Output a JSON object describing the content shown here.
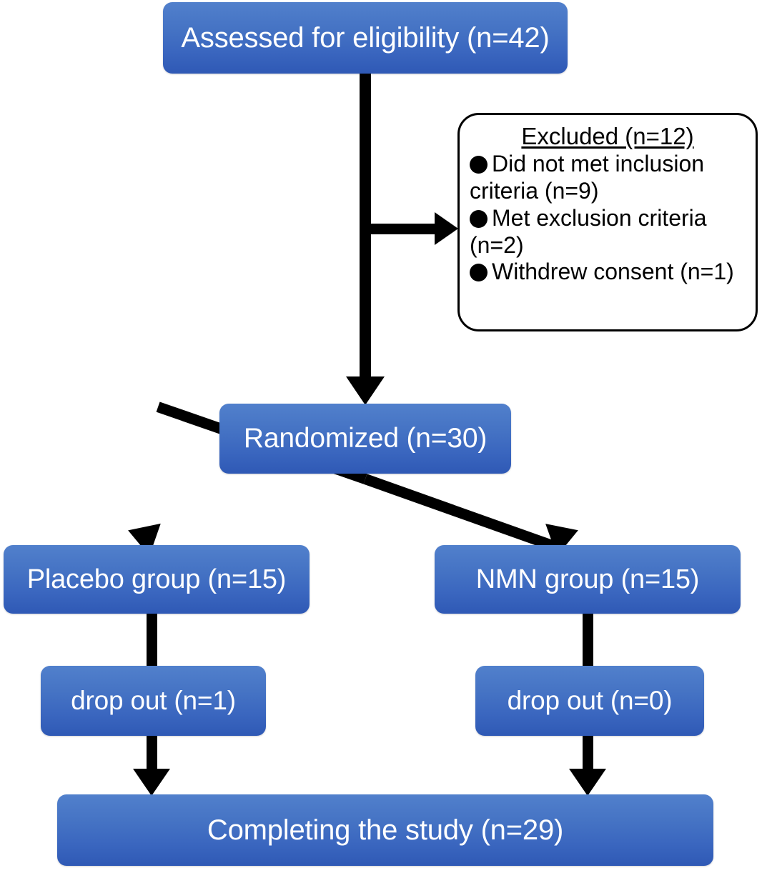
{
  "diagram": {
    "type": "consort-flow-diagram",
    "accent_color": "#3a66bf",
    "accent_color_top": "#5180cc",
    "accent_color_bottom": "#2f59b5",
    "text_color_on_node": "#ffffff",
    "outline_color": "#000000"
  },
  "nodes": {
    "assessed": {
      "label": "Assessed for eligibility (n=42)",
      "n": 42
    },
    "randomized": {
      "label": "Randomized (n=30)",
      "n": 30
    },
    "placebo_group": {
      "label": "Placebo group (n=15)",
      "n": 15
    },
    "nmn_group": {
      "label": "NMN group (n=15)",
      "n": 15
    },
    "dropout_placebo": {
      "label": "drop out (n=1)",
      "n": 1
    },
    "dropout_nmn": {
      "label": "drop out (n=0)",
      "n": 0
    },
    "completing": {
      "label": "Completing the study (n=29)",
      "n": 29
    }
  },
  "excluded": {
    "title": "Excluded (n=12)",
    "n": 12,
    "reasons": [
      {
        "text": "Did not met inclusion criteria (n=9)",
        "n": 9
      },
      {
        "text": "Met exclusion criteria (n=2)",
        "n": 2
      },
      {
        "text": "Withdrew consent (n=1)",
        "n": 1
      }
    ],
    "reason_lines": [
      "Did not met inclusion",
      "criteria (n=9)",
      "Met exclusion criteria",
      "(n=2)",
      "Withdrew consent (n=1)"
    ]
  },
  "connectors": [
    {
      "name": "assessed-to-randomized",
      "kind": "arrow-down"
    },
    {
      "name": "assessed-to-excluded",
      "kind": "arrow-right"
    },
    {
      "name": "randomized-to-placebo",
      "kind": "arrow-diagonal-left"
    },
    {
      "name": "randomized-to-nmn",
      "kind": "arrow-diagonal-right"
    },
    {
      "name": "placebo-to-dropout",
      "kind": "line-vertical"
    },
    {
      "name": "nmn-to-dropout",
      "kind": "line-vertical"
    },
    {
      "name": "dropout-placebo-to-completing",
      "kind": "arrow-down"
    },
    {
      "name": "dropout-nmn-to-completing",
      "kind": "arrow-down"
    }
  ]
}
